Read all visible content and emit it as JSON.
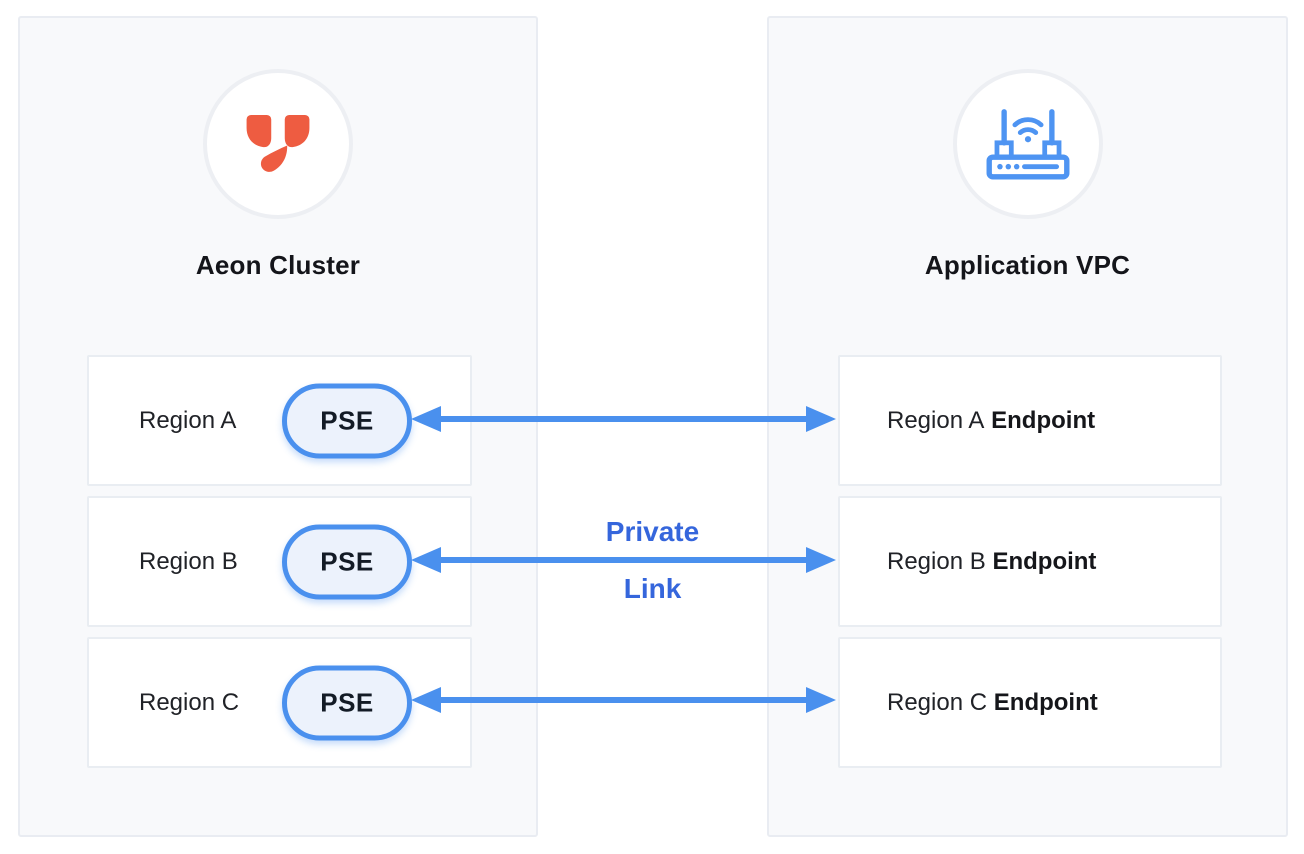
{
  "diagram": {
    "left_panel": {
      "title": "Aeon Cluster",
      "icon": "aeon-logo",
      "rows": [
        {
          "label": "Region A",
          "badge": "PSE"
        },
        {
          "label": "Region B",
          "badge": "PSE"
        },
        {
          "label": "Region C",
          "badge": "PSE"
        }
      ]
    },
    "right_panel": {
      "title": "Application VPC",
      "icon": "router",
      "rows": [
        {
          "label": "Region A",
          "suffix": "Endpoint"
        },
        {
          "label": "Region B",
          "suffix": "Endpoint"
        },
        {
          "label": "Region C",
          "suffix": "Endpoint"
        }
      ]
    },
    "connector": {
      "label_top": "Private",
      "label_bottom": "Link",
      "arrow_count": 3,
      "bidirectional": true
    },
    "colors": {
      "arrow_blue": "#4a90ee",
      "link_label_blue": "#3566dc",
      "logo_orange": "#ee5c41",
      "router_blue": "#4e94f2",
      "pill_fill": "#ecf2fc",
      "panel_background": "#f8f9fb",
      "panel_border": "#e9ecf2"
    }
  }
}
